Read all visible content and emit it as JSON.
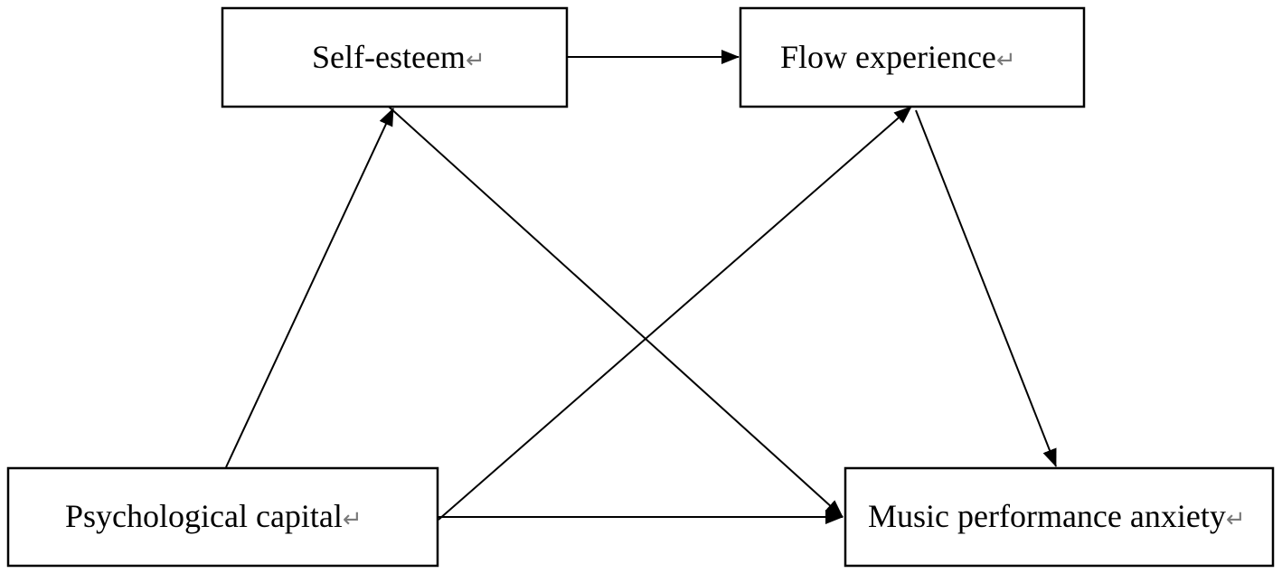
{
  "diagram": {
    "nodes": [
      {
        "id": "self_esteem",
        "label": "Self-esteem",
        "mark": "↵"
      },
      {
        "id": "flow_experience",
        "label": "Flow experience",
        "mark": "↵"
      },
      {
        "id": "psychological_capital",
        "label": "Psychological capital",
        "mark": "↵"
      },
      {
        "id": "music_performance_anxiety",
        "label": "Music performance anxiety",
        "mark": "↵"
      }
    ],
    "edges": [
      {
        "from": "self_esteem",
        "to": "flow_experience"
      },
      {
        "from": "psychological_capital",
        "to": "self_esteem"
      },
      {
        "from": "self_esteem",
        "to": "music_performance_anxiety"
      },
      {
        "from": "psychological_capital",
        "to": "flow_experience"
      },
      {
        "from": "flow_experience",
        "to": "music_performance_anxiety"
      },
      {
        "from": "psychological_capital",
        "to": "music_performance_anxiety"
      }
    ]
  }
}
